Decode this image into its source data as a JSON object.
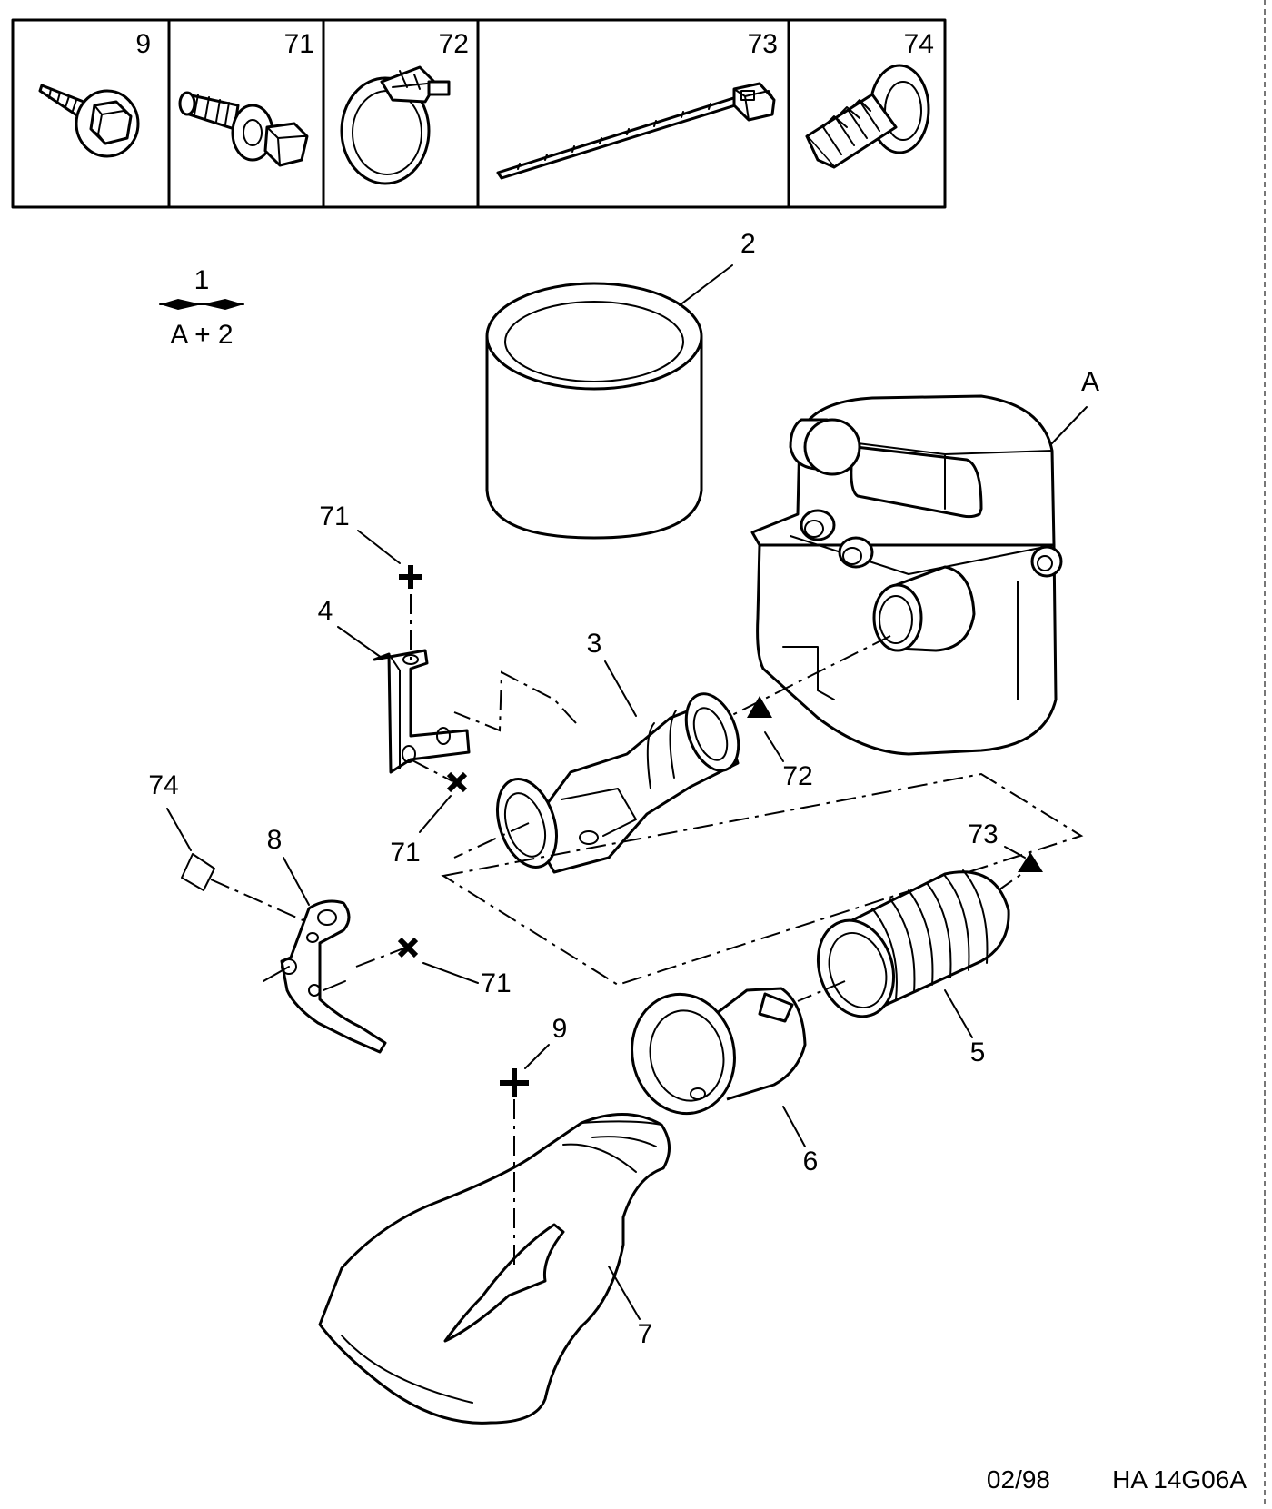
{
  "reference": {
    "date": "02/98",
    "code": "HA 14G06A"
  },
  "legend": {
    "top": "1",
    "bottom": "A + 2"
  },
  "hardware_header": [
    "9",
    "71",
    "72",
    "73",
    "74"
  ],
  "callouts": {
    "air_filter_element": "2",
    "air_filter_housing": "A",
    "intake_duct": "3",
    "duct_bracket": "4",
    "bellows_hose": "5",
    "duct_adapter": "6",
    "air_inlet_scoop": "7",
    "lower_bracket": "8",
    "screw_bracket_top": "71",
    "screw_bracket_bottom": "71",
    "screw_lower_bracket": "71",
    "clamp_duct": "72",
    "cable_tie": "73",
    "clip_lower_bracket": "74",
    "screw_scoop": "9"
  }
}
